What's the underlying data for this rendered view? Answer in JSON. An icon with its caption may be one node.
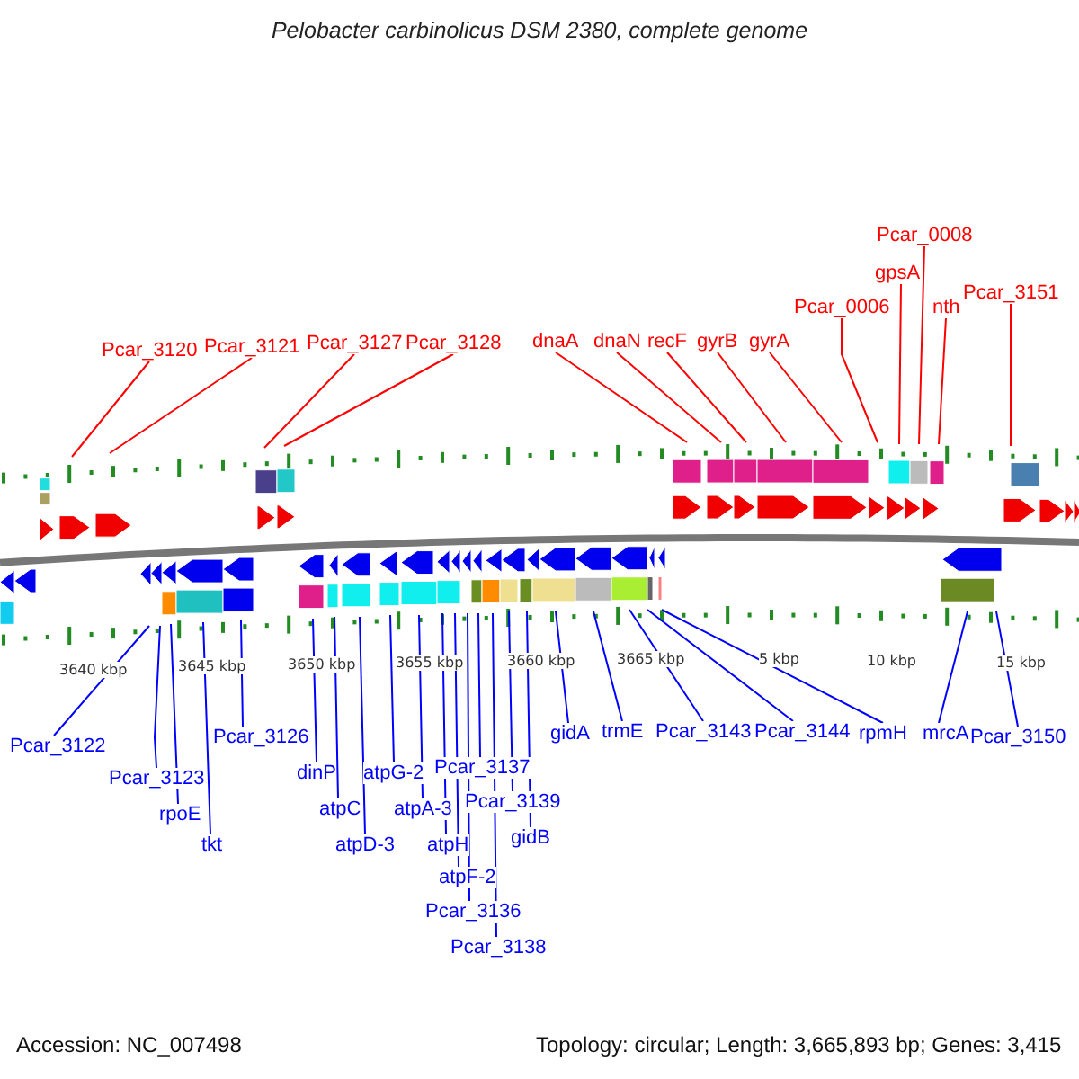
{
  "diagram": {
    "title": "Pelobacter carbinolicus DSM 2380, complete genome",
    "nodes": [
      {
        "text": [
          "Pcar_3120"
        ]
      },
      {
        "text": [
          "Pcar_3121"
        ]
      },
      {
        "text": [
          "Pcar_3127"
        ]
      },
      {
        "text": [
          "Pcar_3128"
        ]
      },
      {
        "text": [
          "dnaA"
        ]
      },
      {
        "text": [
          "dnaN"
        ]
      },
      {
        "text": [
          "recF"
        ]
      },
      {
        "text": [
          "gyrB"
        ]
      },
      {
        "text": [
          "gyrA"
        ]
      },
      {
        "text": [
          "Pcar_0006"
        ]
      },
      {
        "text": [
          "gpsA"
        ]
      },
      {
        "text": [
          "Pcar_0008"
        ]
      },
      {
        "text": [
          "nth"
        ]
      },
      {
        "text": [
          "Pcar_3151"
        ]
      },
      {
        "text": [
          "Pcar_3122"
        ]
      },
      {
        "text": [
          "Pcar_3123"
        ]
      },
      {
        "text": [
          "rpoE"
        ]
      },
      {
        "text": [
          "tkt"
        ]
      },
      {
        "text": [
          "Pcar_3126"
        ]
      },
      {
        "text": [
          "dinP"
        ]
      },
      {
        "text": [
          "atpC"
        ]
      },
      {
        "text": [
          "atpD-3"
        ]
      },
      {
        "text": [
          "atpG-2"
        ]
      },
      {
        "text": [
          "atpA-3"
        ]
      },
      {
        "text": [
          "atpH"
        ]
      },
      {
        "text": [
          "atpF-2"
        ]
      },
      {
        "text": [
          "Pcar_3136"
        ]
      },
      {
        "text": [
          "Pcar_3137"
        ]
      },
      {
        "text": [
          "Pcar_3138"
        ]
      },
      {
        "text": [
          "Pcar_3139"
        ]
      },
      {
        "text": [
          "gidB"
        ]
      },
      {
        "text": [
          "gidA"
        ]
      },
      {
        "text": [
          "trmE"
        ]
      },
      {
        "text": [
          "Pcar_3143"
        ]
      },
      {
        "text": [
          "Pcar_3144"
        ]
      },
      {
        "text": [
          "rpmH"
        ]
      },
      {
        "text": [
          "mrcA"
        ]
      },
      {
        "text": [
          "Pcar_3150"
        ]
      }
    ],
    "edges": [
      {
        "from": 0,
        "to": null,
        "arrow": "none",
        "color": "#ff0000"
      },
      {
        "from": 1,
        "to": null,
        "arrow": "none",
        "color": "#ff0000"
      },
      {
        "from": 2,
        "to": null,
        "arrow": "none",
        "color": "#ff0000"
      },
      {
        "from": 3,
        "to": null,
        "arrow": "none",
        "color": "#ff0000"
      },
      {
        "from": 4,
        "to": null,
        "arrow": "none",
        "color": "#ff0000"
      },
      {
        "from": 5,
        "to": null,
        "arrow": "none",
        "color": "#ff0000"
      },
      {
        "from": 6,
        "to": null,
        "arrow": "none",
        "color": "#ff0000"
      },
      {
        "from": 7,
        "to": null,
        "arrow": "none",
        "color": "#ff0000"
      },
      {
        "from": 8,
        "to": null,
        "arrow": "none",
        "color": "#ff0000"
      },
      {
        "from": 9,
        "to": null,
        "arrow": "none",
        "color": "#ff0000"
      },
      {
        "from": 10,
        "to": null,
        "arrow": "none",
        "color": "#ff0000"
      },
      {
        "from": 11,
        "to": null,
        "arrow": "none",
        "color": "#ff0000"
      },
      {
        "from": 12,
        "to": null,
        "arrow": "none",
        "color": "#ff0000"
      },
      {
        "from": 13,
        "to": null,
        "arrow": "none",
        "color": "#ff0000"
      },
      {
        "from": 14,
        "to": null,
        "arrow": "none"
      },
      {
        "from": 15,
        "to": null,
        "arrow": "none"
      },
      {
        "from": 16,
        "to": null,
        "arrow": "none"
      },
      {
        "from": 17,
        "to": null,
        "arrow": "none"
      },
      {
        "from": 18,
        "to": null,
        "arrow": "none"
      },
      {
        "from": 19,
        "to": null,
        "arrow": "none"
      },
      {
        "from": 20,
        "to": null,
        "arrow": "none"
      },
      {
        "from": 21,
        "to": null,
        "arrow": "none"
      },
      {
        "from": 22,
        "to": null,
        "arrow": "none"
      },
      {
        "from": 23,
        "to": null,
        "arrow": "none"
      },
      {
        "from": 24,
        "to": null,
        "arrow": "none"
      },
      {
        "from": 25,
        "to": null,
        "arrow": "none"
      },
      {
        "from": 26,
        "to": null,
        "arrow": "none"
      },
      {
        "from": 27,
        "to": null,
        "arrow": "none"
      },
      {
        "from": 28,
        "to": null,
        "arrow": "none"
      },
      {
        "from": 29,
        "to": null,
        "arrow": "none"
      },
      {
        "from": 30,
        "to": null,
        "arrow": "none"
      },
      {
        "from": 31,
        "to": null,
        "arrow": "none"
      },
      {
        "from": 32,
        "to": null,
        "arrow": "none"
      },
      {
        "from": 33,
        "to": null,
        "arrow": "none"
      },
      {
        "from": 34,
        "to": null,
        "arrow": "none"
      },
      {
        "from": 35,
        "to": null,
        "arrow": "none"
      },
      {
        "from": 36,
        "to": null,
        "arrow": "none"
      },
      {
        "from": 37,
        "to": null,
        "arrow": "none"
      }
    ],
    "labels": [
      "3640 kbp",
      "3645 kbp",
      "3650 kbp",
      "3655 kbp",
      "3660 kbp",
      "3665 kbp",
      "5 kbp",
      "10 kbp",
      "15 kbp",
      "Accession: NC_007498",
      "Topology: circular; Length: 3,665,893 bp; Genes: 3,415"
    ]
  }
}
